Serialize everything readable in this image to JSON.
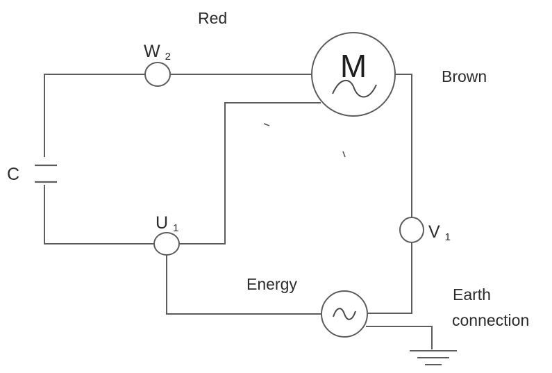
{
  "labels": {
    "wire_color_red": "Red",
    "wire_color_brown": "Brown",
    "capacitor": "C",
    "terminal_w": "W",
    "terminal_w_sub": "2",
    "terminal_u": "U",
    "terminal_u_sub": "1",
    "terminal_v": "V",
    "terminal_v_sub": "1",
    "motor": "M",
    "energy": "Energy",
    "earth_line1": "Earth",
    "earth_line2": "connection"
  }
}
